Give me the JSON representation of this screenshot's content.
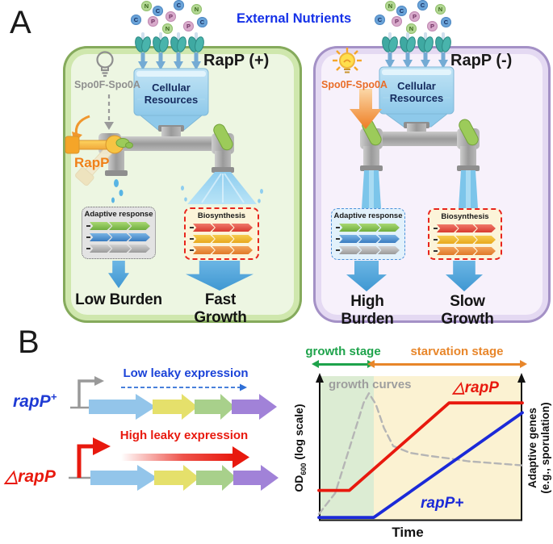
{
  "panelA": {
    "label": "A",
    "external_nutrients": "External Nutrients",
    "nutrient_letters": [
      "N",
      "C",
      "C",
      "N",
      "C",
      "P",
      "P",
      "N",
      "P",
      "C"
    ],
    "left": {
      "title": "RapP (+)",
      "regulator": "Spo0F-Spo0A",
      "tank": "Cellular Resources",
      "valve": "RapP",
      "adaptive": "Adaptive response",
      "biosynthesis": "Biosynthesis",
      "burden": "Low Burden",
      "growth": "Fast Growth"
    },
    "right": {
      "title": "RapP (-)",
      "regulator": "Spo0F-Spo0A",
      "tank": "Cellular Resources",
      "adaptive": "Adaptive response",
      "biosynthesis": "Biosynthesis",
      "burden": "High Burden",
      "growth": "Slow Growth"
    }
  },
  "panelB": {
    "label": "B",
    "wild_type": {
      "gene": "rapP",
      "sup": "+",
      "expression": "Low leaky expression"
    },
    "mutant": {
      "delta": "△",
      "gene": "rapP",
      "expression": "High leaky expression"
    }
  },
  "chart_data": {
    "type": "line",
    "xlabel": "Time",
    "ylabel_left": {
      "pre": "OD",
      "sub": "600",
      "post": " (log scale)"
    },
    "ylabel_right": [
      "Adaptive genes",
      "(e.g., sporulation)"
    ],
    "annotation": "growth curves",
    "xlim": [
      0,
      1
    ],
    "ylim": [
      0,
      1
    ],
    "grid": false,
    "legend": "inline",
    "stages": [
      {
        "label": "growth stage",
        "color": "#1ea34b",
        "x": [
          0,
          0.27
        ]
      },
      {
        "label": "starvation stage",
        "color": "#e8862a",
        "x": [
          0.27,
          1
        ]
      }
    ],
    "regions": [
      {
        "x": [
          0,
          0.27
        ],
        "color": "#dcecd3"
      },
      {
        "x": [
          0.27,
          1
        ],
        "color": "#fbf2d2"
      }
    ],
    "series": [
      {
        "id": "growth-curve",
        "name": "growth curves",
        "style": "dashed",
        "color": "#b5b5b5",
        "x": [
          0,
          0.08,
          0.16,
          0.22,
          0.246,
          0.28,
          0.32,
          0.365,
          0.45,
          0.536,
          0.64,
          0.734,
          0.87,
          1
        ],
        "y": [
          0.03,
          0.18,
          0.55,
          0.83,
          0.9,
          0.82,
          0.65,
          0.52,
          0.47,
          0.45,
          0.43,
          0.41,
          0.395,
          0.38
        ]
      },
      {
        "id": "delta-rapP",
        "name": "△rapP",
        "style": "solid",
        "color": "#e8190e",
        "label": {
          "delta": "△",
          "gene": "rapP"
        },
        "x": [
          0,
          0.15,
          0.64,
          1
        ],
        "y": [
          0.2,
          0.2,
          0.83,
          0.83
        ]
      },
      {
        "id": "rapP-plus",
        "name": "rapP+",
        "style": "solid",
        "color": "#1b2ad8",
        "label": "rapP+",
        "x": [
          0,
          0.27,
          1
        ],
        "y": [
          0.005,
          0.005,
          0.76
        ]
      }
    ]
  }
}
